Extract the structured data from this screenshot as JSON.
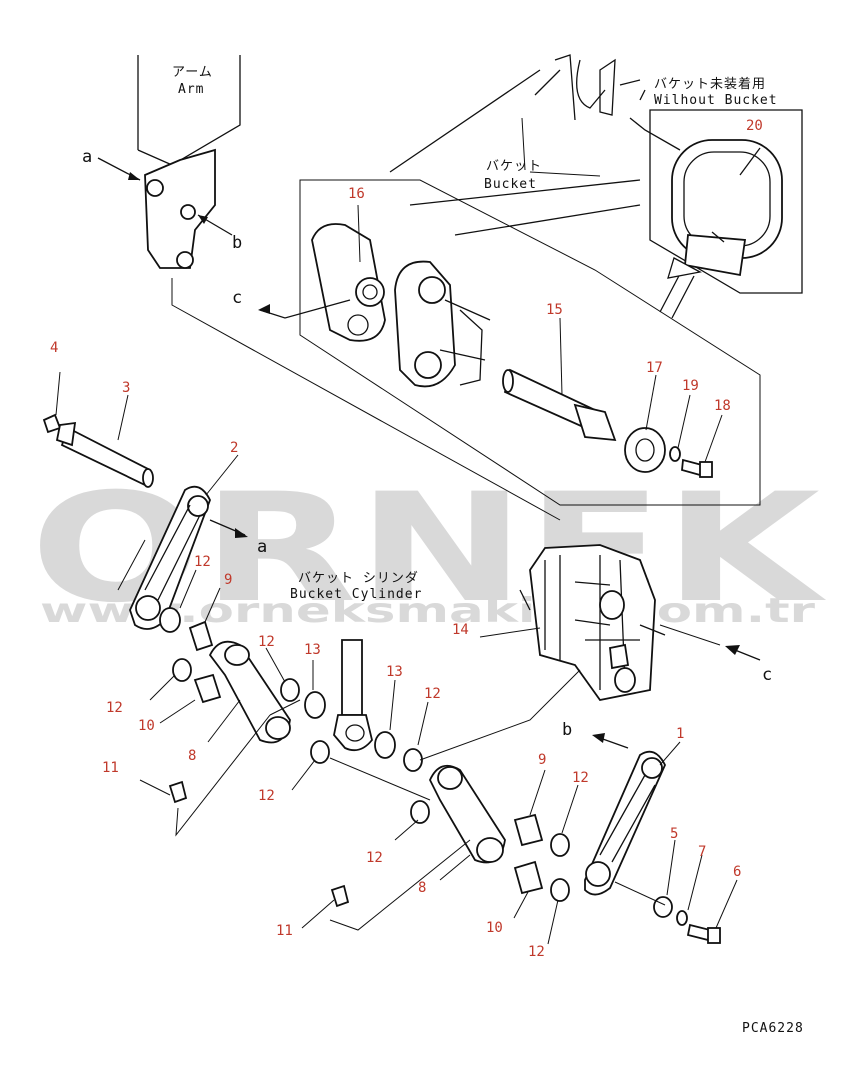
{
  "labels": {
    "arm_jp": "アーム",
    "arm_en": "Arm",
    "bucket_jp": "バケット",
    "bucket_en": "Bucket",
    "without_bucket_jp": "バケット未装着用",
    "without_bucket_en": "Wilhout Bucket",
    "cylinder_jp": "バケット シリンダ",
    "cylinder_en": "Bucket Cylinder",
    "drawing_code": "PCA6228"
  },
  "watermark": {
    "brand": "ORNEK",
    "url": "www.orneksmakina.com.tr"
  },
  "letters": {
    "a": "a",
    "b": "b",
    "c": "c"
  },
  "callouts": {
    "p1": "1",
    "p2": "2",
    "p3": "3",
    "p4": "4",
    "p5": "5",
    "p6": "6",
    "p7": "7",
    "p8": "8",
    "p9": "9",
    "p10": "10",
    "p11": "11",
    "p12": "12",
    "p13": "13",
    "p14": "14",
    "p15": "15",
    "p16": "16",
    "p17": "17",
    "p18": "18",
    "p19": "19",
    "p20": "20"
  }
}
